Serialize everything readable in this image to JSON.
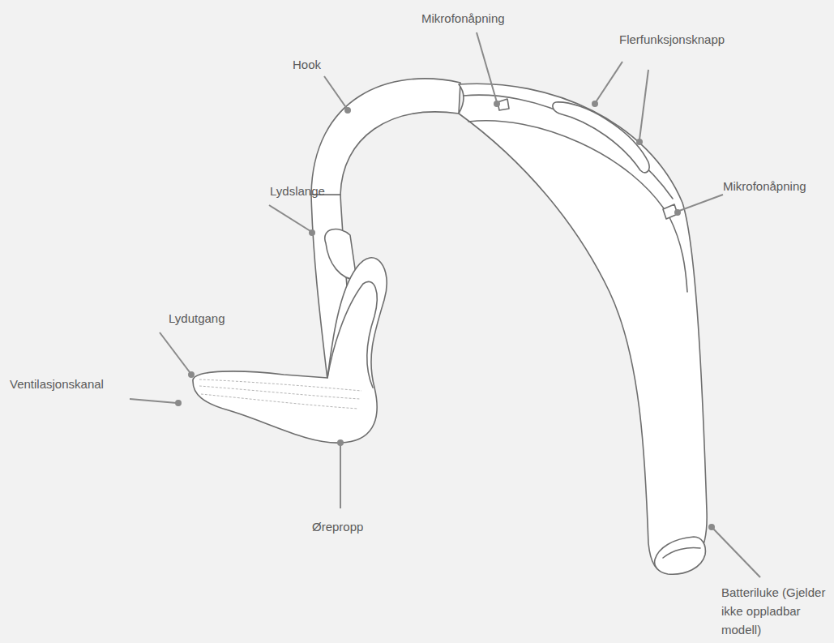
{
  "diagram": {
    "labels": [
      "Mikrofonåpning",
      "Flerfunksjonsknapp",
      "Hook",
      "Mikrofonåpning",
      "Lydslange",
      "Lydutgang",
      "Ventilasjonskanal",
      "Ørepropp",
      "Batteriluke (Gjelder ikke oppladbar modell)"
    ]
  }
}
